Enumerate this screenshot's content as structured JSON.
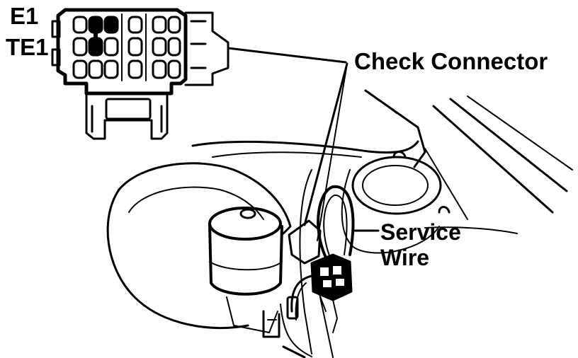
{
  "labels": {
    "e1": "E1",
    "te1": "TE1",
    "check_connector": "Check Connector",
    "service_wire": "Service",
    "service_wire_2": "Wire"
  },
  "colors": {
    "ink": "#000000",
    "paper": "#ffffff"
  }
}
